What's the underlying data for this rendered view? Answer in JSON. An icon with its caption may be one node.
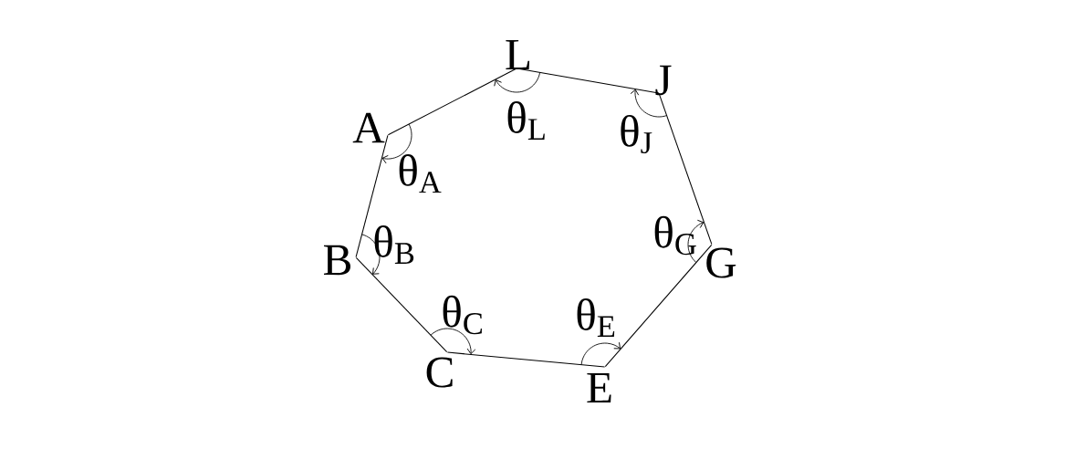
{
  "diagram": {
    "nodes": [
      {
        "text": [
          "A"
        ]
      },
      {
        "text": [
          "L"
        ]
      },
      {
        "text": [
          "J"
        ]
      },
      {
        "text": [
          "G"
        ]
      },
      {
        "text": [
          "E"
        ]
      },
      {
        "text": [
          "C"
        ]
      },
      {
        "text": [
          "B"
        ]
      }
    ],
    "edges": [
      {
        "from": 0,
        "to": 1,
        "arrow": "none"
      },
      {
        "from": 1,
        "to": 2,
        "arrow": "none"
      },
      {
        "from": 2,
        "to": 3,
        "arrow": "none"
      },
      {
        "from": 3,
        "to": 4,
        "arrow": "none"
      },
      {
        "from": 4,
        "to": 5,
        "arrow": "none"
      },
      {
        "from": 5,
        "to": 6,
        "arrow": "none"
      },
      {
        "from": 6,
        "to": 0,
        "arrow": "none"
      }
    ],
    "labels": [
      "θ$_{L}$",
      "θ$_{J}$",
      "θ$_{A}$",
      "θ$_{B}$",
      "θ$_{G}$",
      "θ$_{C}$",
      "θ$_{E}$"
    ]
  }
}
